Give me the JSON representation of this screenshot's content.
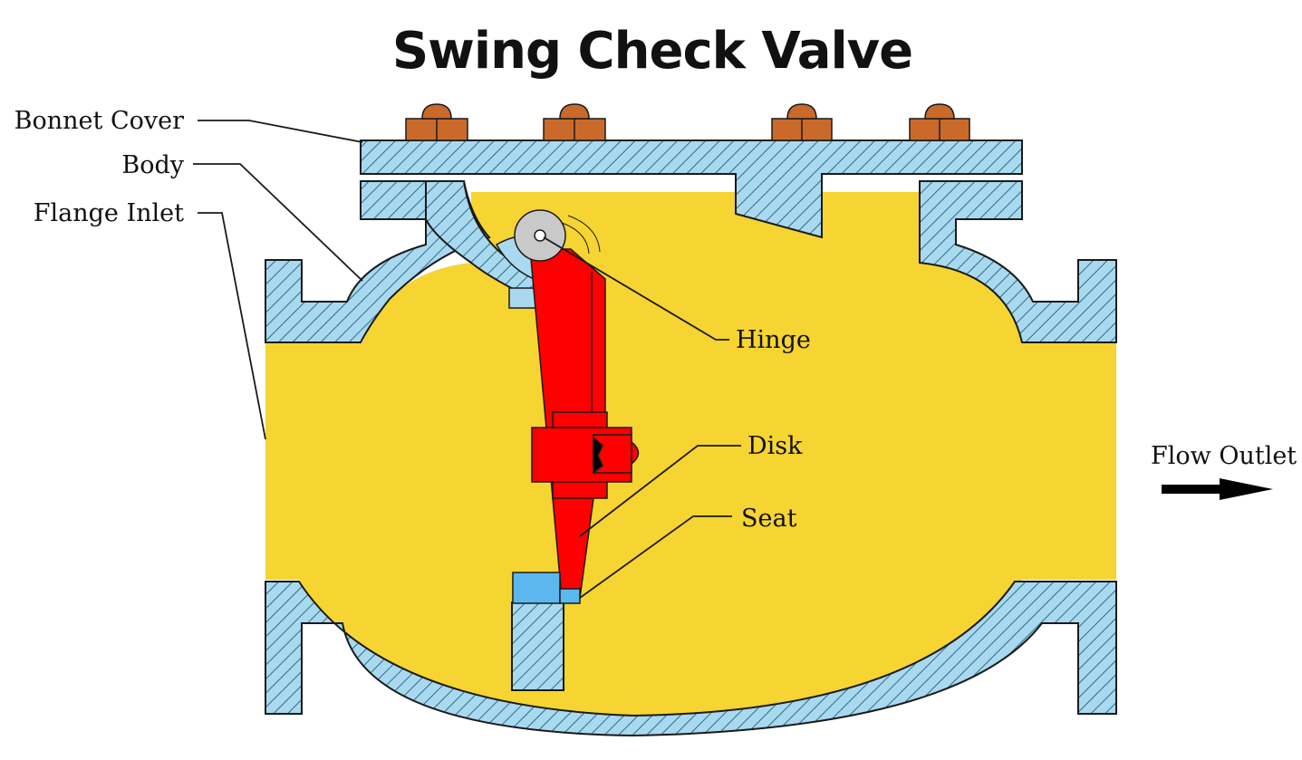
{
  "title": "Swing Check Valve",
  "labels": {
    "bonnet_cover": "Bonnet Cover",
    "body": "Body",
    "flange_inlet": "Flange Inlet",
    "hinge": "Hinge",
    "disk": "Disk",
    "seat": "Seat",
    "flow_outlet": "Flow Outlet"
  },
  "colors": {
    "fluid": "#f6d431",
    "metal": "#a9d9ee",
    "hatch": "#2d6a8a",
    "disk": "#ff0000",
    "seat": "#5bb8ee",
    "bolt": "#c96a2a",
    "hinge_pin": "#c9c9c9",
    "outline": "#1a1a1a"
  }
}
